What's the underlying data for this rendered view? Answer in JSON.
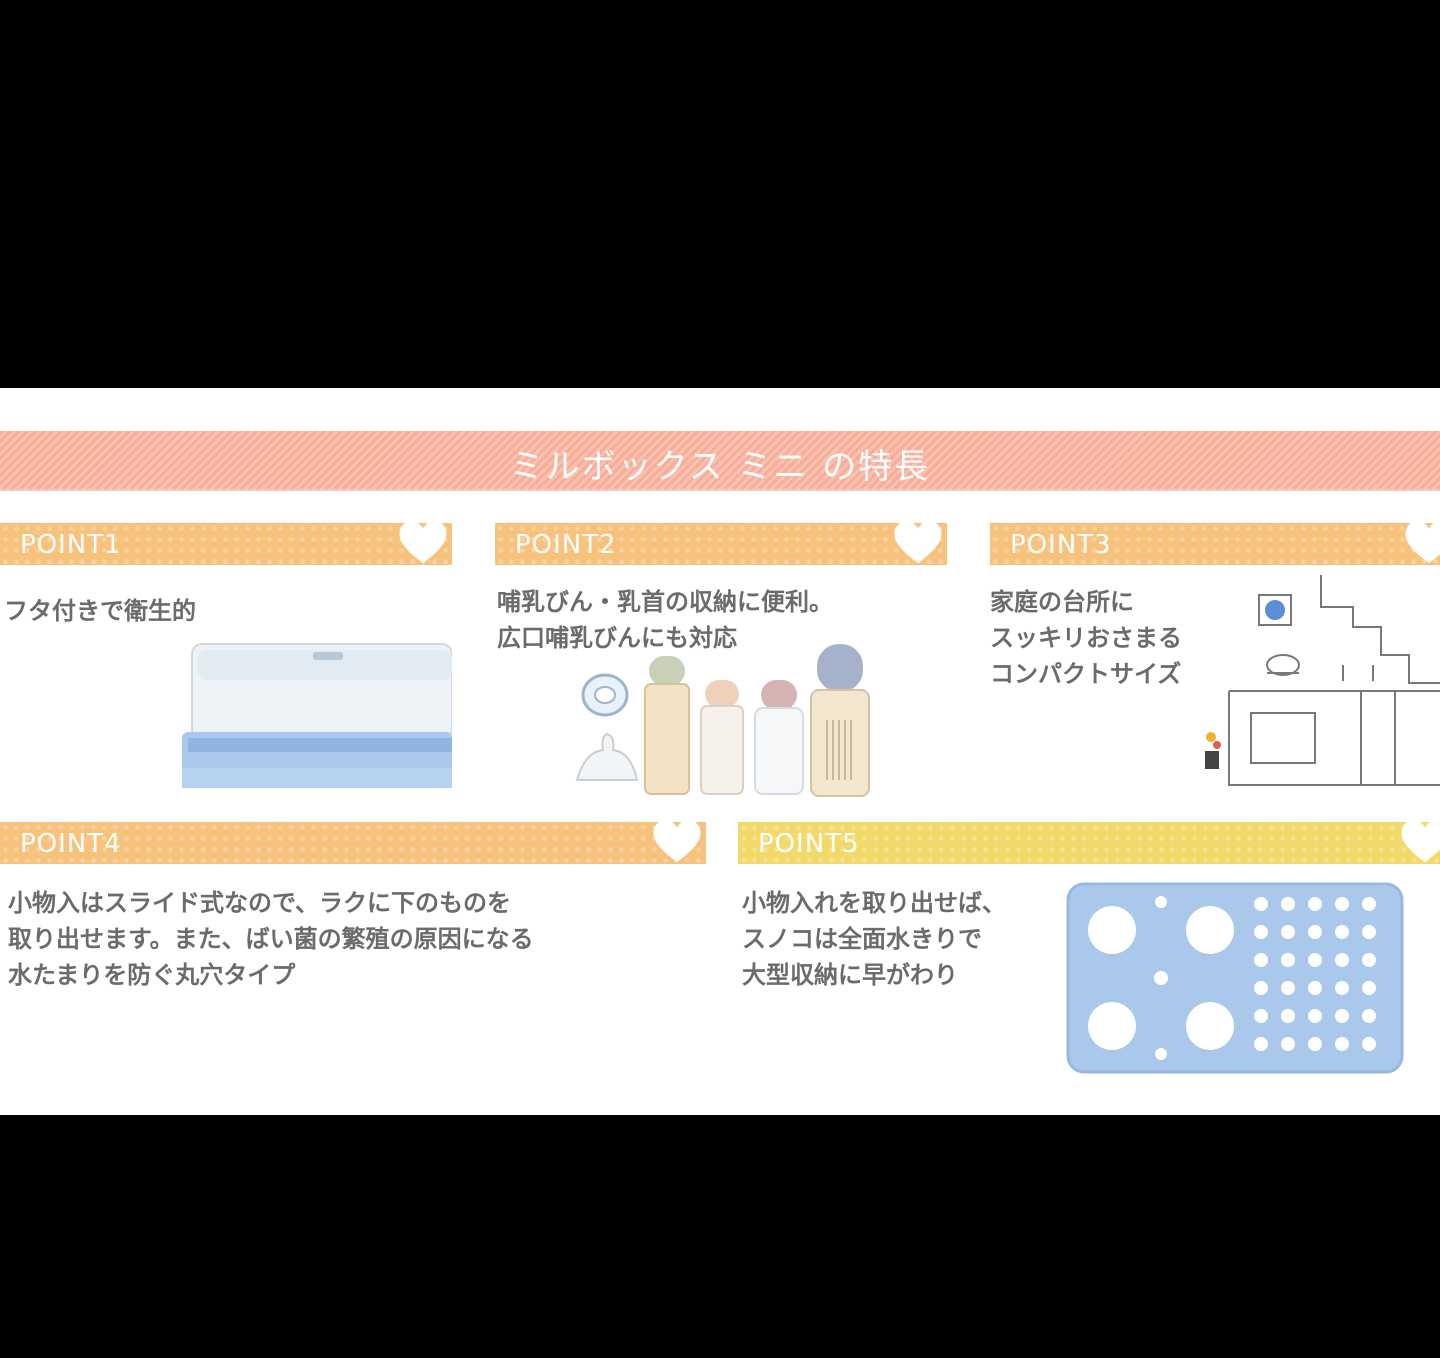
{
  "title": "ミルボックス ミニ の特長",
  "points": [
    {
      "label": "POINT1",
      "lines": [
        "フタ付きで衛生的"
      ]
    },
    {
      "label": "POINT2",
      "lines": [
        "哺乳びん・乳首の収納に便利。",
        "広口哺乳びんにも対応"
      ]
    },
    {
      "label": "POINT3",
      "lines": [
        "家庭の台所に",
        "スッキリおさまる",
        "コンパクトサイズ"
      ]
    },
    {
      "label": "POINT4",
      "lines": [
        "小物入はスライド式なので、ラクに下のものを",
        "取り出せます。また、ばい菌の繁殖の原因になる",
        "水たまりを防ぐ丸穴タイプ"
      ]
    },
    {
      "label": "POINT5",
      "lines": [
        "小物入れを取り出せば、",
        "スノコは全面水きりで",
        "大型収納に早がわり"
      ]
    }
  ],
  "colors": {
    "title_bar": "#f7ad98",
    "point_bar": "#f6c27c",
    "point5_bar": "#f3d86a",
    "text": "#6b6b6b",
    "product_blue": "#a9c8ec"
  },
  "images": [
    "product-box-image",
    "bottles-image",
    "kitchen-image",
    "drainer-rack-image"
  ]
}
